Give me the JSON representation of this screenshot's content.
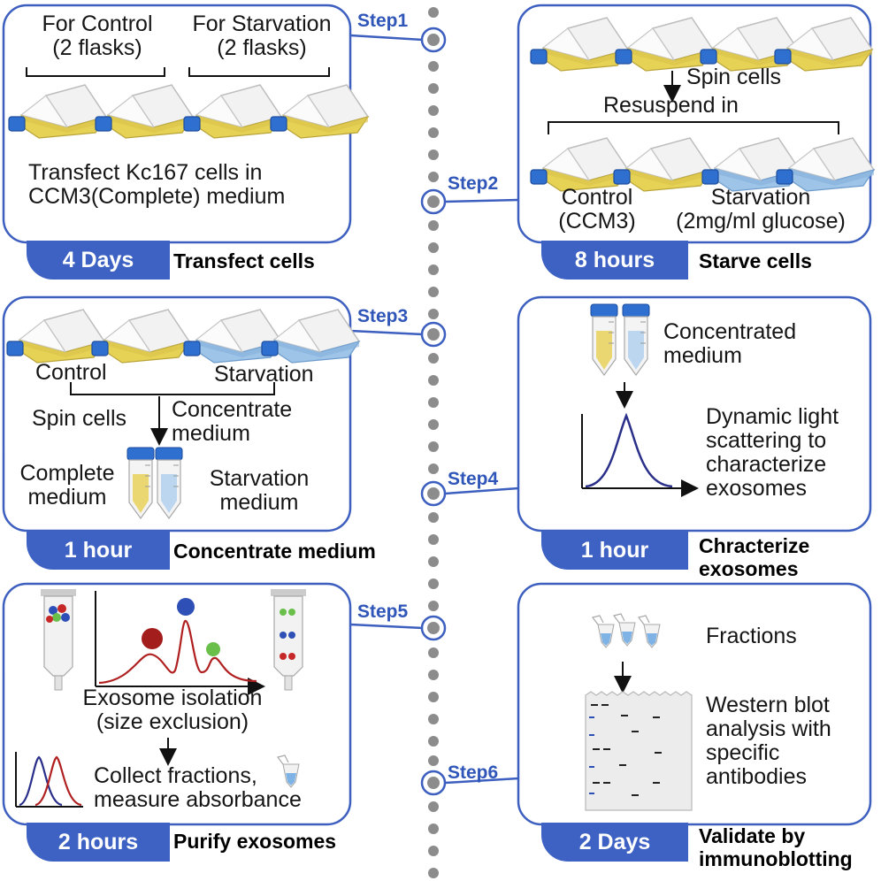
{
  "steps": [
    {
      "step_label": "Step1",
      "duration": "4 Days",
      "title": "Transfect cells",
      "texts": {
        "control_group": "For Control\n(2 flasks)",
        "starvation_group": "For Starvation\n(2 flasks)",
        "description": "Transfect Kc167 cells in\nCCM3(Complete) medium"
      }
    },
    {
      "step_label": "Step2",
      "duration": "8 hours",
      "title": "Starve cells",
      "texts": {
        "spin": "Spin cells",
        "resuspend": "Resuspend in",
        "control": "Control\n(CCM3)",
        "starvation": "Starvation\n(2mg/ml glucose)"
      }
    },
    {
      "step_label": "Step3",
      "duration": "1 hour",
      "title": "Concentrate medium",
      "texts": {
        "control": "Control",
        "starvation": "Starvation",
        "spin": "Spin cells",
        "concentrate": "Concentrate\nmedium",
        "complete_medium": "Complete\nmedium",
        "starvation_medium": "Starvation\nmedium"
      }
    },
    {
      "step_label": "Step4",
      "duration": "1 hour",
      "title": "Chracterize\nexosomes",
      "texts": {
        "concentrated": "Concentrated\nmedium",
        "dls": "Dynamic light\nscattering to\ncharacterize\nexosomes"
      }
    },
    {
      "step_label": "Step5",
      "duration": "2 hours",
      "title": "Purify exosomes",
      "texts": {
        "isolation": "Exosome isolation\n(size exclusion)",
        "collect": "Collect fractions,\nmeasure absorbance"
      }
    },
    {
      "step_label": "Step6",
      "duration": "2 Days",
      "title": "Validate by\nimmunoblotting",
      "texts": {
        "fractions": "Fractions",
        "western": "Western blot\nanalysis with\nspecific\nantibodies"
      }
    }
  ],
  "colors": {
    "box_border": "#3d5fbf",
    "pill": "#3e62c3",
    "timeline_dots": "#8c8c8c",
    "control_medium": "#e8d15a",
    "starvation_medium": "#9ec4e8",
    "flask_cap": "#2f6fd0",
    "curve_red": "#b02020",
    "curve_blue": "#2a2f8a"
  }
}
